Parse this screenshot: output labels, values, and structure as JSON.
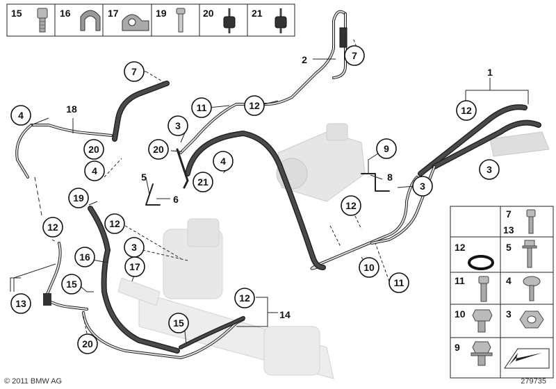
{
  "legend_top": [
    {
      "num": "15",
      "part": "bolt"
    },
    {
      "num": "16",
      "part": "clamp"
    },
    {
      "num": "17",
      "part": "bracket"
    },
    {
      "num": "19",
      "part": "screw"
    },
    {
      "num": "20",
      "part": "rubber-mount"
    },
    {
      "num": "21",
      "part": "rubber-mount"
    }
  ],
  "legend_right": [
    {
      "nums": [
        "7",
        "13"
      ],
      "part": "bolt"
    },
    {
      "nums": [
        "12"
      ],
      "part": "o-ring"
    },
    {
      "nums": [
        "5"
      ],
      "part": "flange-bolt"
    },
    {
      "nums": [
        "11"
      ],
      "part": "bolt"
    },
    {
      "nums": [
        "4"
      ],
      "part": "washer-screw"
    },
    {
      "nums": [
        "10"
      ],
      "part": "hex-bolt"
    },
    {
      "nums": [
        "3"
      ],
      "part": "hex-nut"
    },
    {
      "nums": [
        "9"
      ],
      "part": "flange-bolt"
    }
  ],
  "callouts": [
    {
      "label": "1",
      "style": "bare"
    },
    {
      "label": "2",
      "style": "bare"
    },
    {
      "label": "3",
      "style": "circle"
    },
    {
      "label": "3",
      "style": "circle"
    },
    {
      "label": "3",
      "style": "circle"
    },
    {
      "label": "3",
      "style": "circle"
    },
    {
      "label": "4",
      "style": "circle"
    },
    {
      "label": "4",
      "style": "circle"
    },
    {
      "label": "4",
      "style": "circle"
    },
    {
      "label": "5",
      "style": "bare"
    },
    {
      "label": "6",
      "style": "bare"
    },
    {
      "label": "7",
      "style": "circle"
    },
    {
      "label": "7",
      "style": "circle"
    },
    {
      "label": "8",
      "style": "bare"
    },
    {
      "label": "9",
      "style": "circle"
    },
    {
      "label": "10",
      "style": "circle"
    },
    {
      "label": "11",
      "style": "circle"
    },
    {
      "label": "11",
      "style": "circle"
    },
    {
      "label": "12",
      "style": "circle"
    },
    {
      "label": "12",
      "style": "circle"
    },
    {
      "label": "12",
      "style": "circle"
    },
    {
      "label": "12",
      "style": "circle"
    },
    {
      "label": "12",
      "style": "circle"
    },
    {
      "label": "12",
      "style": "circle"
    },
    {
      "label": "13",
      "style": "circle"
    },
    {
      "label": "14",
      "style": "bare"
    },
    {
      "label": "15",
      "style": "circle"
    },
    {
      "label": "15",
      "style": "circle"
    },
    {
      "label": "16",
      "style": "circle"
    },
    {
      "label": "17",
      "style": "circle"
    },
    {
      "label": "18",
      "style": "bare"
    },
    {
      "label": "19",
      "style": "circle"
    },
    {
      "label": "20",
      "style": "circle"
    },
    {
      "label": "20",
      "style": "circle"
    },
    {
      "label": "20",
      "style": "circle"
    },
    {
      "label": "21",
      "style": "circle"
    }
  ],
  "footer": {
    "copyright": "© 2011 BMW AG",
    "image_number": "279735"
  },
  "colors": {
    "hose_dark": "#3a3a3a",
    "pipe_light": "#d8d8d8",
    "ghost_part": "#e4e4e4",
    "outline": "#222222"
  }
}
